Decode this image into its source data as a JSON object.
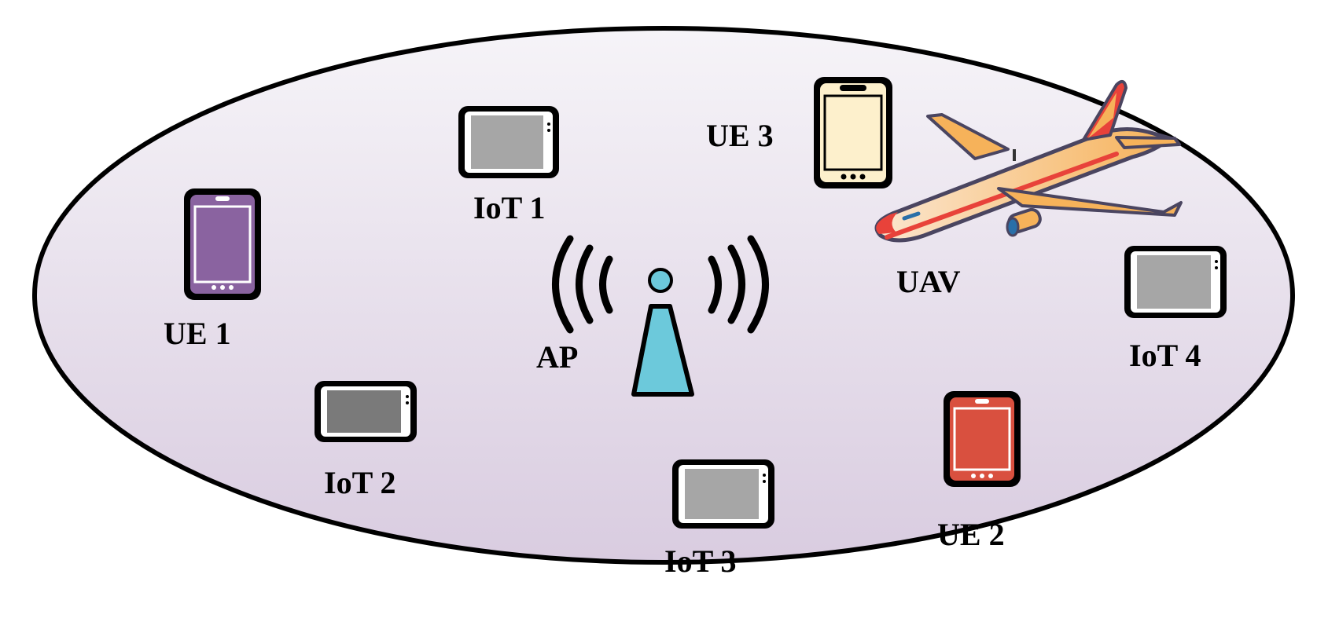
{
  "labels": {
    "ap": "AP",
    "uav": "UAV",
    "ue1": "UE 1",
    "ue2": "UE 2",
    "ue3": "UE 3",
    "iot1": "IoT 1",
    "iot2": "IoT 2",
    "iot3": "IoT 3",
    "iot4": "IoT 4"
  },
  "colors": {
    "cell_fill_top": "#f6f4f8",
    "cell_fill_bottom": "#d9cce0",
    "ap_antenna": "#6cc9db",
    "ue1_screen": "#8a63a0",
    "ue2_screen": "#d9503f",
    "ue3_screen": "#fdf0cc",
    "iot1_screen": "#a6a6a6",
    "iot2_screen": "#7a7a7a",
    "iot3_screen": "#a6a6a6",
    "iot4_screen": "#a6a6a6",
    "uav_body": "#f6b25a",
    "uav_accent": "#e8423a"
  },
  "icons": {
    "ap": "antenna-tower-icon",
    "uav": "airplane-icon",
    "ue": "smartphone-icon",
    "iot": "tablet-icon"
  }
}
